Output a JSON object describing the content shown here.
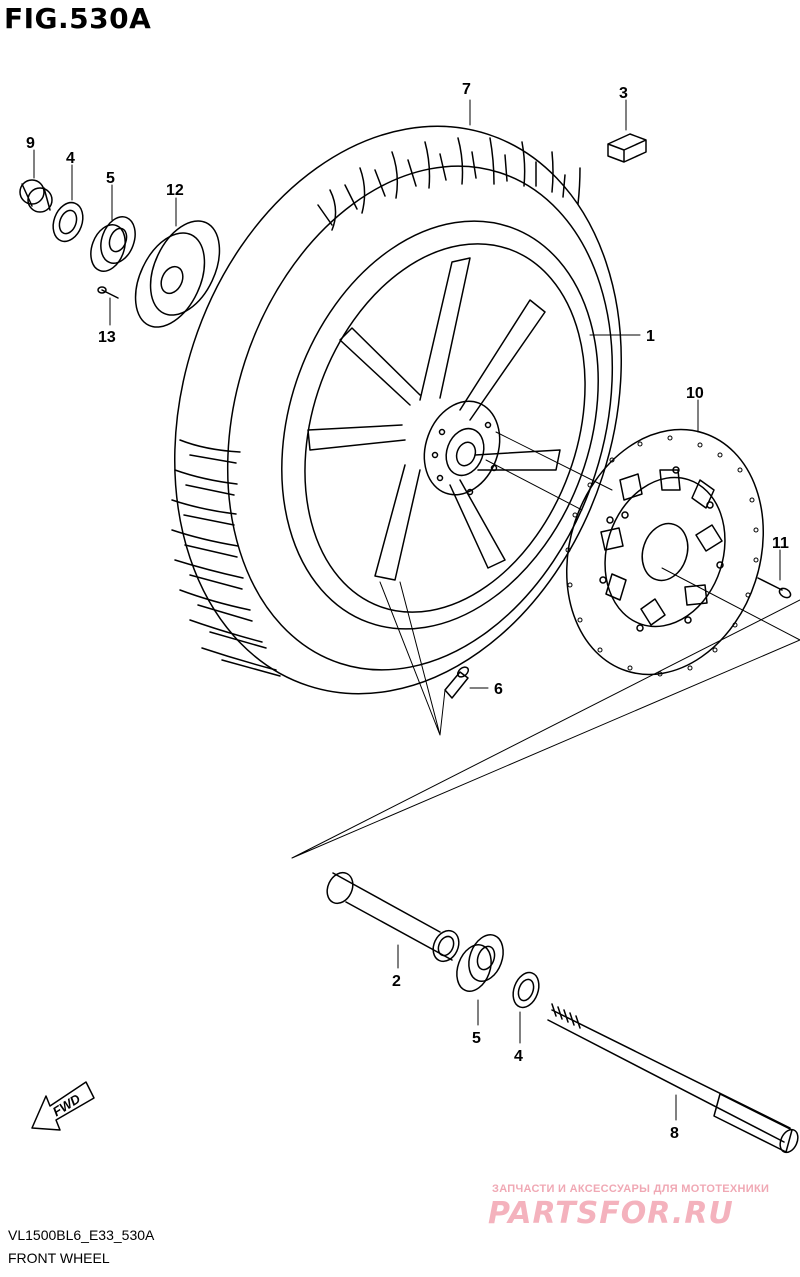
{
  "figure": {
    "title": "FIG.530A",
    "code": "VL1500BL6_E33_530A",
    "caption": "FRONT WHEEL"
  },
  "callouts": [
    "1",
    "2",
    "3",
    "4",
    "4",
    "5",
    "5",
    "6",
    "7",
    "8",
    "9",
    "10",
    "11",
    "12",
    "13"
  ],
  "direction_arrow": {
    "label": "FWD"
  },
  "watermark": {
    "tagline": "ЗАПЧАСТИ И АКСЕССУАРЫ ДЛЯ МОТОТЕХНИКИ",
    "logo": "PARTSFOR.RU",
    "color": "#f4b2bd"
  }
}
